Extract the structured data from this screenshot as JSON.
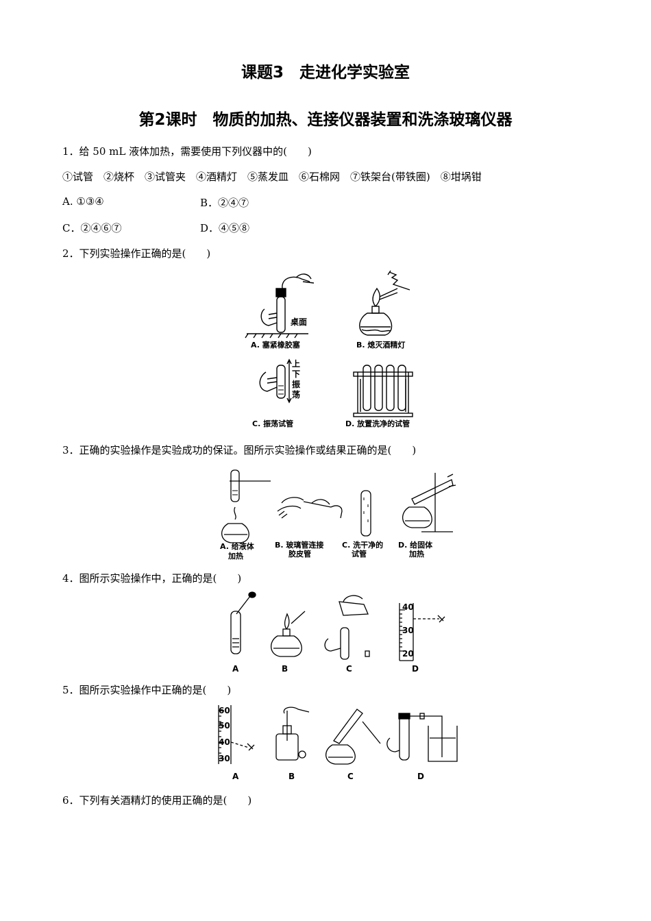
{
  "title": "课题3　走进化学实验室",
  "subtitle": "第2课时　物质的加热、连接仪器装置和洗涤玻璃仪器",
  "q1": {
    "stem": "1．给 50 mL 液体加热，需要使用下列仪器中的(　　)",
    "items": "①试管　②烧杯　③试管夹　④酒精灯　⑤蒸发皿　⑥石棉网　⑦铁架台(带铁圈)　⑧坩埚钳",
    "optA": "A. ①③④",
    "optB": "B．②④⑦",
    "optC": "C．②④⑥⑦",
    "optD": "D．④⑤⑧"
  },
  "q2": {
    "stem": "2．下列实验操作正确的是(　　)",
    "capA": "A. 塞紧橡胶塞",
    "capB": "B. 熄灭酒精灯",
    "capC": "C. 振荡试管",
    "capD": "D. 放置洗净的试管",
    "deskLabel": "桌面",
    "shakeLabel": [
      "上",
      "下",
      "振",
      "荡"
    ]
  },
  "q3": {
    "stem": "3．正确的实验操作是实验成功的保证。图所示实验操作或结果正确的是(　　)",
    "capA1": "A. 给液体",
    "capA2": "加热",
    "capB1": "B. 玻璃管连接",
    "capB2": "胶皮管",
    "capC1": "C. 洗干净的",
    "capC2": "试管",
    "capD1": "D. 给固体",
    "capD2": "加热"
  },
  "q4": {
    "stem": "4．图所示实验操作中，正确的是(　　)",
    "labels": [
      "A",
      "B",
      "C",
      "D"
    ],
    "scale": [
      "40",
      "30",
      "20"
    ]
  },
  "q5": {
    "stem": "5．图所示实验操作中正确的是(　　)",
    "labels": [
      "A",
      "B",
      "C",
      "D"
    ],
    "scale": [
      "60",
      "50",
      "40",
      "30"
    ]
  },
  "q6": {
    "stem": "6．下列有关酒精灯的使用正确的是(　　)"
  }
}
